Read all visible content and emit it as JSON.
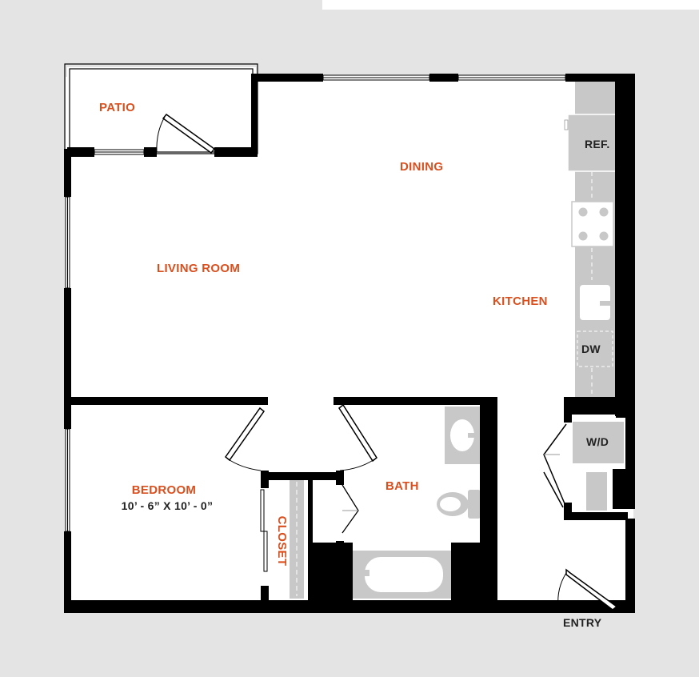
{
  "colors": {
    "background": "#e4e4e4",
    "floor": "#ffffff",
    "wall": "#000000",
    "fixture": "#c8c8c8",
    "room_label": "#d94f1e",
    "dark_label": "#222222"
  },
  "rooms": {
    "patio": "PATIO",
    "dining": "DINING",
    "living_room": "LIVING ROOM",
    "kitchen": "KITCHEN",
    "bedroom": "BEDROOM",
    "bedroom_dimensions": "10’ - 6” X 10’ - 0”",
    "bath": "BATH",
    "closet": "CLOSET"
  },
  "fixtures": {
    "refrigerator": "REF.",
    "dishwasher": "DW",
    "washer_dryer": "W/D"
  },
  "entry": "ENTRY",
  "icons": [
    "door-swing-icon",
    "window-icon",
    "stove-icon",
    "sink-icon",
    "toilet-icon",
    "bathtub-icon"
  ]
}
